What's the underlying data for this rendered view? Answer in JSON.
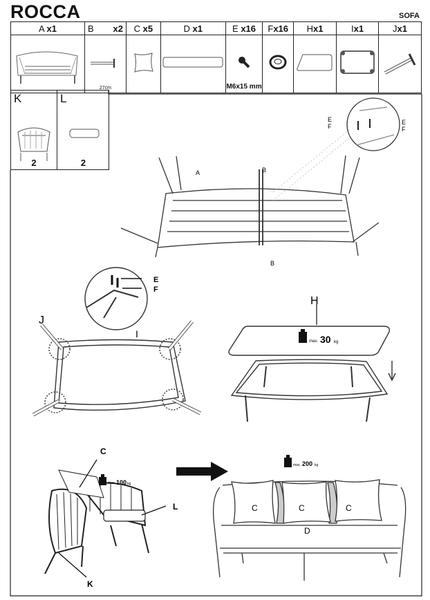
{
  "header": {
    "title": "ROCCA",
    "subtitle": "SOFA"
  },
  "parts": [
    {
      "letter": "A",
      "qty": "x1"
    },
    {
      "letter": "B",
      "qty": "x2",
      "note": "27cm"
    },
    {
      "letter": "C",
      "qty": "x5"
    },
    {
      "letter": "D",
      "qty": "x1"
    },
    {
      "letter": "E",
      "qty": "x16",
      "note": "M6x15 mm"
    },
    {
      "letter": "F",
      "qty": "x16"
    },
    {
      "letter": "H",
      "qty": "x1"
    },
    {
      "letter": "I",
      "qty": "x1"
    },
    {
      "letter": "J",
      "qty": "x1"
    }
  ],
  "extra_parts": [
    {
      "letter": "K",
      "count": "2"
    },
    {
      "letter": "L",
      "count": "2"
    }
  ],
  "step1": {
    "labels": [
      "A",
      "B",
      "B",
      "E",
      "F",
      "E",
      "F"
    ]
  },
  "step2": {
    "labels": [
      "E",
      "F",
      "J",
      "I"
    ]
  },
  "step3": {
    "label": "H",
    "max": "max.",
    "weight": "30",
    "unit": "kg"
  },
  "step4": {
    "labels": [
      "C",
      "L",
      "K"
    ],
    "max": "max.",
    "weight": "100",
    "unit": "kg"
  },
  "step5": {
    "cushions": [
      "C",
      "C",
      "C"
    ],
    "seat": "D",
    "max": "max.",
    "weight": "200",
    "unit": "kg"
  }
}
